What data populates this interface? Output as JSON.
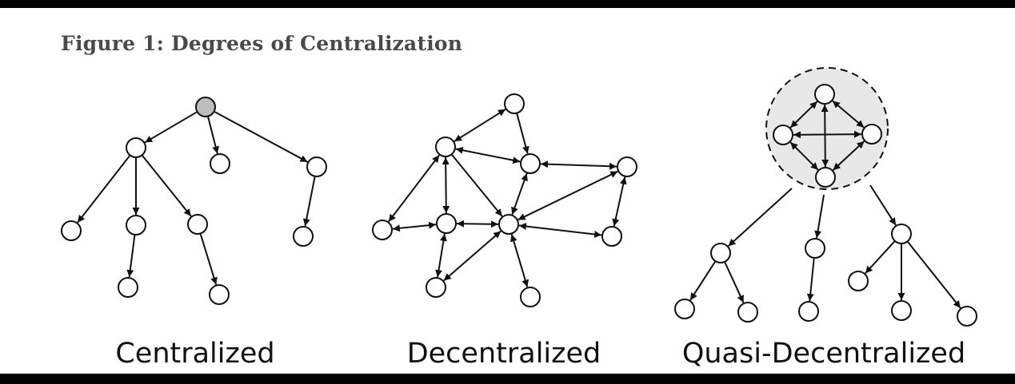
{
  "figure": {
    "title": "Figure 1: Degrees of Centralization",
    "colors": {
      "background": "#ffffff",
      "frame": "#000000",
      "stroke": "#111111",
      "root_fill": "#bdbdbd",
      "cluster_fill": "#e8e8e8",
      "title_text": "#4a4a4a"
    },
    "panels": [
      {
        "label": "Centralized"
      },
      {
        "label": "Decentralized"
      },
      {
        "label": "Quasi-Decentralized"
      }
    ]
  }
}
